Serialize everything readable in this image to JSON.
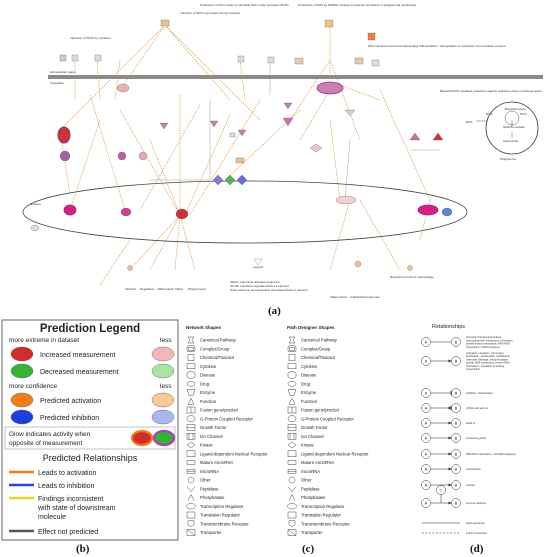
{
  "panel_labels": {
    "a": "(a)",
    "b": "(b)",
    "c": "(c)",
    "d": "(d)"
  },
  "pathway": {
    "top_notes": [
      "Production of Nitric oxide by inducible Nitric oxide synthase (iNOS)",
      "Induction of iNOS expression during infection",
      "Induction of iNOS by cytokines",
      "Production of ROS by NADPH oxidase (in plasma membrane or phagosomal membrane)",
      "IFNγ induced monocytes/macrophage differentiation / Upregulation of respiratory burst oxidase proteins",
      "Bacterial ROS-mediated protection against oxidative stress in bacteria space"
    ],
    "extracellular_label": "Extracellular space",
    "cytoplasm_label": "Cytoplasm",
    "nucleus_label": "Nucleus",
    "phagosome_label": "Phagosome",
    "bacterial_space_label": "Bacterial space",
    "phagosome_nodes": [
      "NOS",
      "NADPH oxidase",
      "NOS",
      "Superoxide",
      "ROS"
    ],
    "bottom_outcomes": [
      "Infection",
      "Regulation",
      "Inflammation",
      "Killing",
      "Phagocytosis",
      "Inflammation",
      "Antibacterial response",
      "Respiratory burst of macrophage"
    ],
    "legend_title": "Legend",
    "legend_lines": [
      "SNOs: Canonical activated sequence",
      "NF-κB: Interferon-regulated factor 1 element",
      "GAF1 element: Hematopoietic associated factor 1 element"
    ]
  },
  "prediction_legend": {
    "title": "Prediction Legend",
    "extreme_hdr": "more extreme in dataset",
    "extreme_less": "less",
    "confidence_hdr": "more confidence",
    "confidence_less": "less",
    "items": [
      {
        "label": "Increased measurement",
        "color": "#d42b2b",
        "less_color": "#f2b8b8"
      },
      {
        "label": "Decreased measurement",
        "color": "#33b533",
        "less_color": "#a9e5a0"
      },
      {
        "label": "Predicted activation",
        "color": "#ef7d1a",
        "less_color": "#f7c898"
      },
      {
        "label": "Predicted inhibition",
        "color": "#1e3fdb",
        "less_color": "#a8b8ef"
      }
    ],
    "glow_text": "Glow indicates activity when opposite of measurement",
    "relationships_title": "Predicted Relationships",
    "relationships": [
      {
        "label": "Leads to activation",
        "color": "#ef7d1a"
      },
      {
        "label": "Leads to inhibition",
        "color": "#2b45d8"
      },
      {
        "label": "Findings inconsistent with state of downstream molecule",
        "color": "#e0d43a"
      },
      {
        "label": "Effect not predicted",
        "color": "#555555"
      }
    ]
  },
  "network_shapes": {
    "title": "Network Shapes",
    "items": [
      "Canonical Pathway",
      "Complex/Group",
      "Chemical/Toxicant",
      "Cytokine",
      "Disease",
      "Drug",
      "Enzyme",
      "Function",
      "Fusion gene/product",
      "G-Protein Coupled Receptor",
      "Growth Factor",
      "Ion Channel",
      "Kinase",
      "Ligand-dependent Nuclear Receptor",
      "Mature microRNA",
      "microRNA",
      "Other",
      "Peptidase",
      "Phosphatase",
      "Transcription Regulator",
      "Translation Regulator",
      "Transmembrane Receptor",
      "Transporter"
    ]
  },
  "path_designer_shapes": {
    "title": "Path Designer Shapes",
    "items": [
      "Canonical Pathway",
      "Complex/Group",
      "Chemical/Toxicant",
      "Cytokine",
      "Disease",
      "Drug",
      "Enzyme",
      "Function",
      "Fusion gene/product",
      "G-Protein Coupled Receptor",
      "Growth Factor",
      "Ion Channel",
      "Kinase",
      "Ligand-dependent Nuclear Receptor",
      "Mature microRNA",
      "microRNA",
      "Other",
      "Peptidase",
      "Phosphatase",
      "Transcription Regulator",
      "Translation Regulator",
      "Transmembrane Receptor",
      "Transporter"
    ]
  },
  "relationships_panel": {
    "title": "Relationships",
    "node_a": "A",
    "node_b": "B",
    "node_c": "C",
    "items": [
      "chemical-chemical interactions, chemical-protein interactions, correlation, protein-protein interactions, RNA-RNA interactions, miRNA targeting",
      "activation, causation, expression, localization, membership, modification, molecular cleavage, phosphorylation, protein-DNA interactions, protein-RNA interactions, regulation of binding, transcription",
      "inhibition, ubiquitination",
      "inhibits and acts on",
      "leads to",
      "processing yields",
      "RNA-RNA interactions, microRNA targeting",
      "translocation",
      "reaction",
      "enzyme catalysis",
      "direct interaction",
      "indirect interaction"
    ]
  }
}
